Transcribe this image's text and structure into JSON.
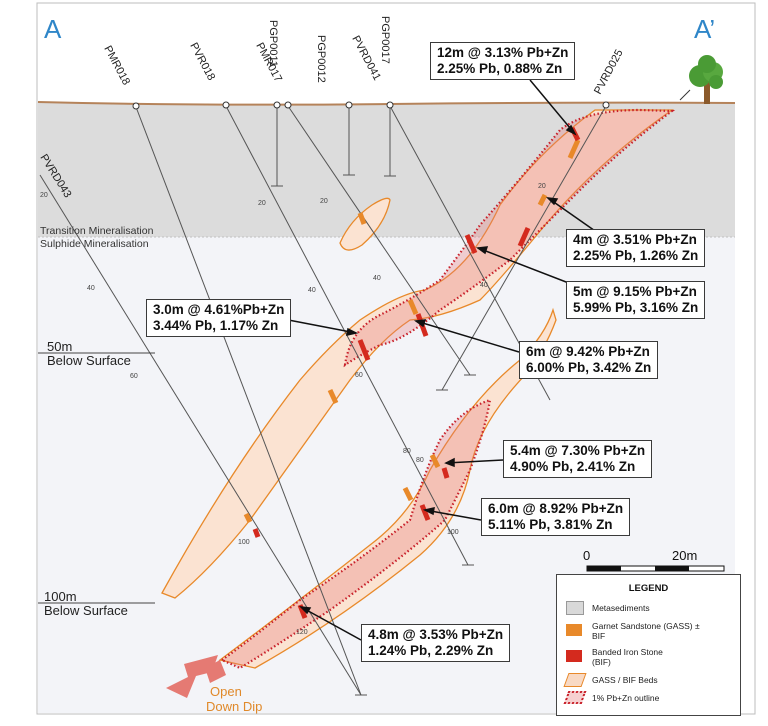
{
  "section": {
    "start_label": "A",
    "end_label": "A’"
  },
  "drillholes": [
    {
      "id": "PMR018",
      "label": "PMR018"
    },
    {
      "id": "PVR018",
      "label": "PVR018"
    },
    {
      "id": "PGP0011",
      "label": "PGP0011"
    },
    {
      "id": "PMR017",
      "label": "PMR017"
    },
    {
      "id": "PGP0012",
      "label": "PGP0012"
    },
    {
      "id": "PVRD041",
      "label": "PVRD041"
    },
    {
      "id": "PGP0017",
      "label": "PGP0017"
    },
    {
      "id": "PVRD025",
      "label": "PVRD025"
    },
    {
      "id": "PVRD043",
      "label": "PVRD043"
    }
  ],
  "depth_ticks": [
    "20",
    "40",
    "60",
    "80",
    "100",
    "120"
  ],
  "zones": {
    "transition": "Transition Mineralisation",
    "sulphide": "Sulphide Mineralisation"
  },
  "depth_markers": [
    {
      "depth": "50m",
      "text": "Below Surface"
    },
    {
      "depth": "100m",
      "text": "Below Surface"
    }
  ],
  "intercepts": [
    {
      "line1": "12m @ 3.13% Pb+Zn",
      "line2": "2.25% Pb, 0.88% Zn"
    },
    {
      "line1": "4m @ 3.51% Pb+Zn",
      "line2": "2.25% Pb, 1.26% Zn"
    },
    {
      "line1": "5m @ 9.15% Pb+Zn",
      "line2": "5.99% Pb, 3.16% Zn"
    },
    {
      "line1": "3.0m @ 4.61%Pb+Zn",
      "line2": "3.44% Pb, 1.17% Zn"
    },
    {
      "line1": "6m @ 9.42% Pb+Zn",
      "line2": "6.00% Pb, 3.42% Zn"
    },
    {
      "line1": "5.4m @ 7.30% Pb+Zn",
      "line2": "4.90% Pb, 2.41% Zn"
    },
    {
      "line1": "6.0m @ 8.92% Pb+Zn",
      "line2": "5.11% Pb, 3.81% Zn"
    },
    {
      "line1": "4.8m @ 3.53% Pb+Zn",
      "line2": "1.24% Pb, 2.29% Zn"
    }
  ],
  "scale_bar": {
    "start": "0",
    "end": "20m"
  },
  "legend": {
    "title": "LEGEND",
    "items": [
      {
        "label": "Metasediments",
        "color": "#d9d9d9"
      },
      {
        "label": "Garnet Sandstone (GASS) ± BIF",
        "color": "#e8892a"
      },
      {
        "label": "Banded Iron Stone (BIF)",
        "color": "#d42a1e"
      },
      {
        "label": "GASS / BIF Beds",
        "color": "#f8d9c4"
      },
      {
        "label": "1% Pb+Zn outline",
        "color": "#c8202a"
      }
    ]
  },
  "open_dip": {
    "line1": "Open",
    "line2": "Down Dip"
  },
  "colors": {
    "section_letter": "#2f86c8",
    "surface": "#b5835a",
    "weathered_zone": "#dcdcdc",
    "fresh_zone": "#f2f3f7",
    "gass": "#e8892a",
    "bif": "#d42a1e",
    "beds_fill": "#f8d9c4",
    "outline": "#c8202a",
    "arrow": "#e57a73",
    "tree": "#4a9b35",
    "trunk": "#8b5a2b"
  }
}
